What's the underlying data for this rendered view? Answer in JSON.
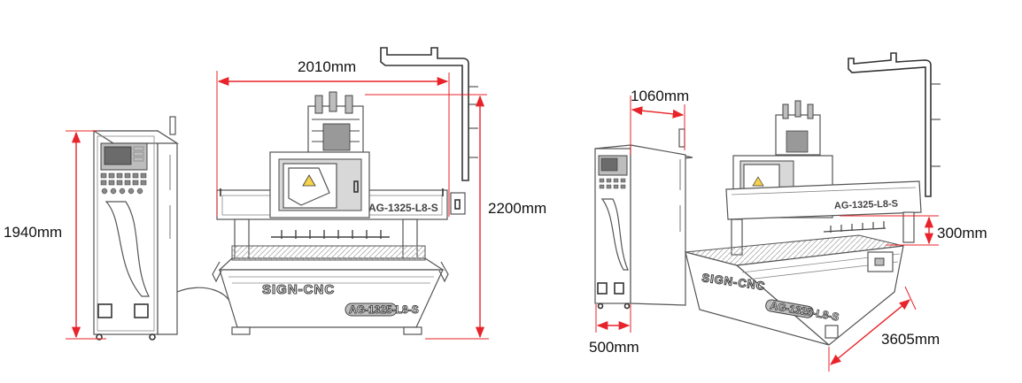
{
  "views": {
    "front": {
      "brand_text": "SIGN-CNC",
      "model_plate": "AG-1325-L8-S",
      "gantry_model_text": "AG-1325-L8-S",
      "dimensions": {
        "width": "2010mm",
        "height": "2200mm",
        "cabinet_height": "1940mm"
      }
    },
    "iso": {
      "brand_text": "SIGN-CNC",
      "model_plate": "AG-1325-L8-S",
      "gantry_model_text": "AG-1325-L8-S",
      "dimensions": {
        "cabinet_width": "1060mm",
        "cabinet_depth": "500mm",
        "gantry_offset": "300mm",
        "length": "3605mm"
      }
    }
  },
  "colors": {
    "dimension_line": "#e8232a",
    "sketch_line": "#555555"
  }
}
